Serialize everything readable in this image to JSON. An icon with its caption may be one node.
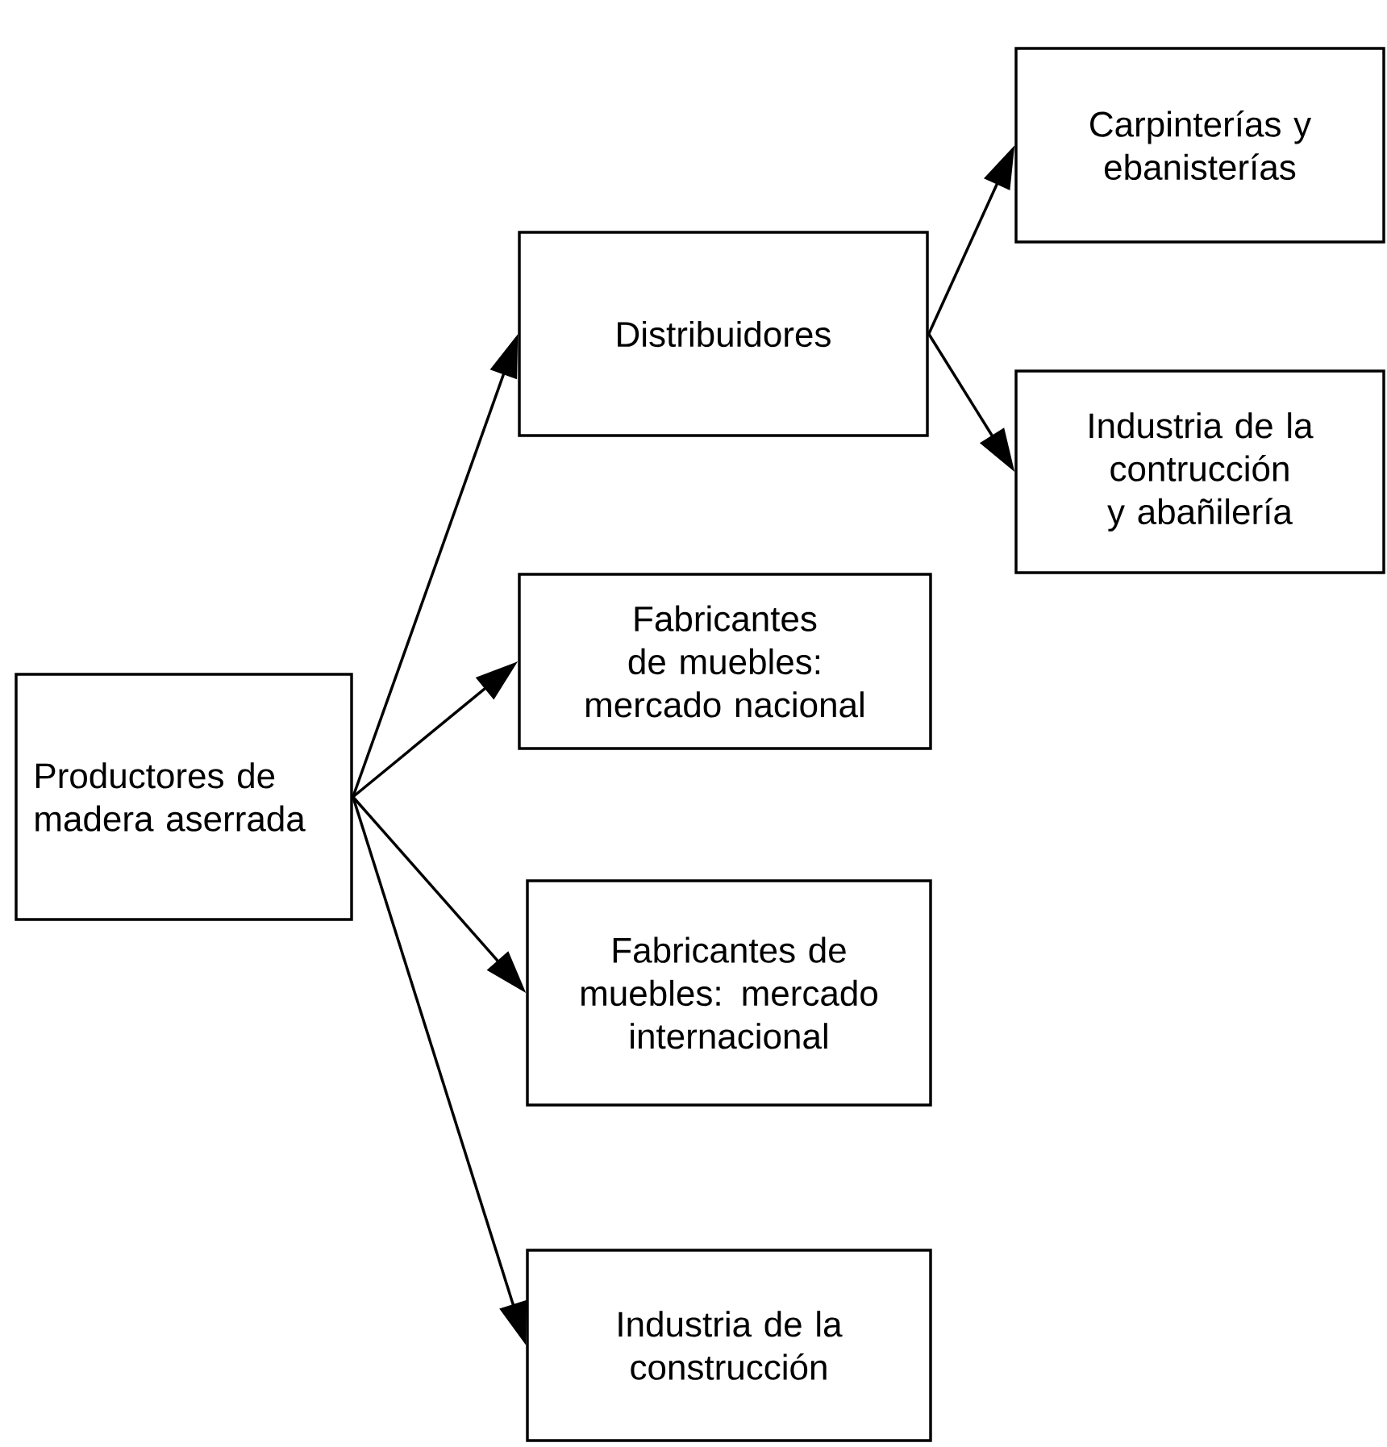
{
  "diagram": {
    "nodes": [
      {
        "text": [
          "Productores de madera aserrada"
        ]
      },
      {
        "text": [
          "Distribuidores"
        ]
      },
      {
        "text": [
          "Fabricantes de muebles: mercado nacional"
        ]
      },
      {
        "text": [
          "Fabricantes de muebles: mercado internacional"
        ]
      },
      {
        "text": [
          "Industria de la construcción"
        ]
      },
      {
        "text": [
          "Carpinterías y ebanisterías"
        ]
      },
      {
        "text": [
          "Industria de la contrucción y abañilería"
        ]
      }
    ],
    "edges": [
      {
        "from": 0,
        "to": 1,
        "arrow": "to"
      },
      {
        "from": 0,
        "to": 2,
        "arrow": "to"
      },
      {
        "from": 0,
        "to": 3,
        "arrow": "to"
      },
      {
        "from": 0,
        "to": 4,
        "arrow": "to"
      },
      {
        "from": 1,
        "to": 5,
        "arrow": "to"
      },
      {
        "from": 1,
        "to": 6,
        "arrow": "to"
      }
    ]
  }
}
